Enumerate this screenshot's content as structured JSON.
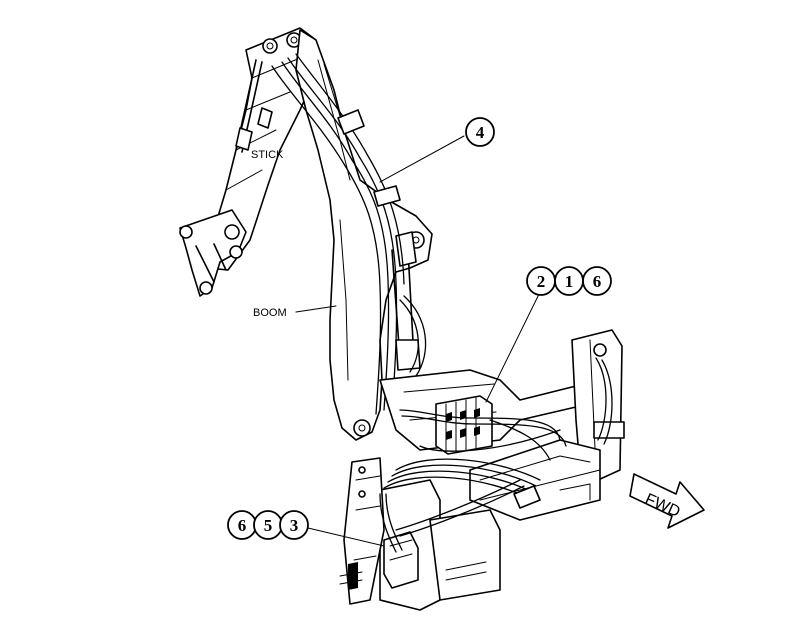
{
  "labels": {
    "stick": "STICK",
    "boom": "BOOM",
    "fwd": "FWD"
  },
  "callouts": {
    "top": [
      "4"
    ],
    "middle": [
      "2",
      "1",
      "6"
    ],
    "bottom": [
      "6",
      "5",
      "3"
    ]
  }
}
